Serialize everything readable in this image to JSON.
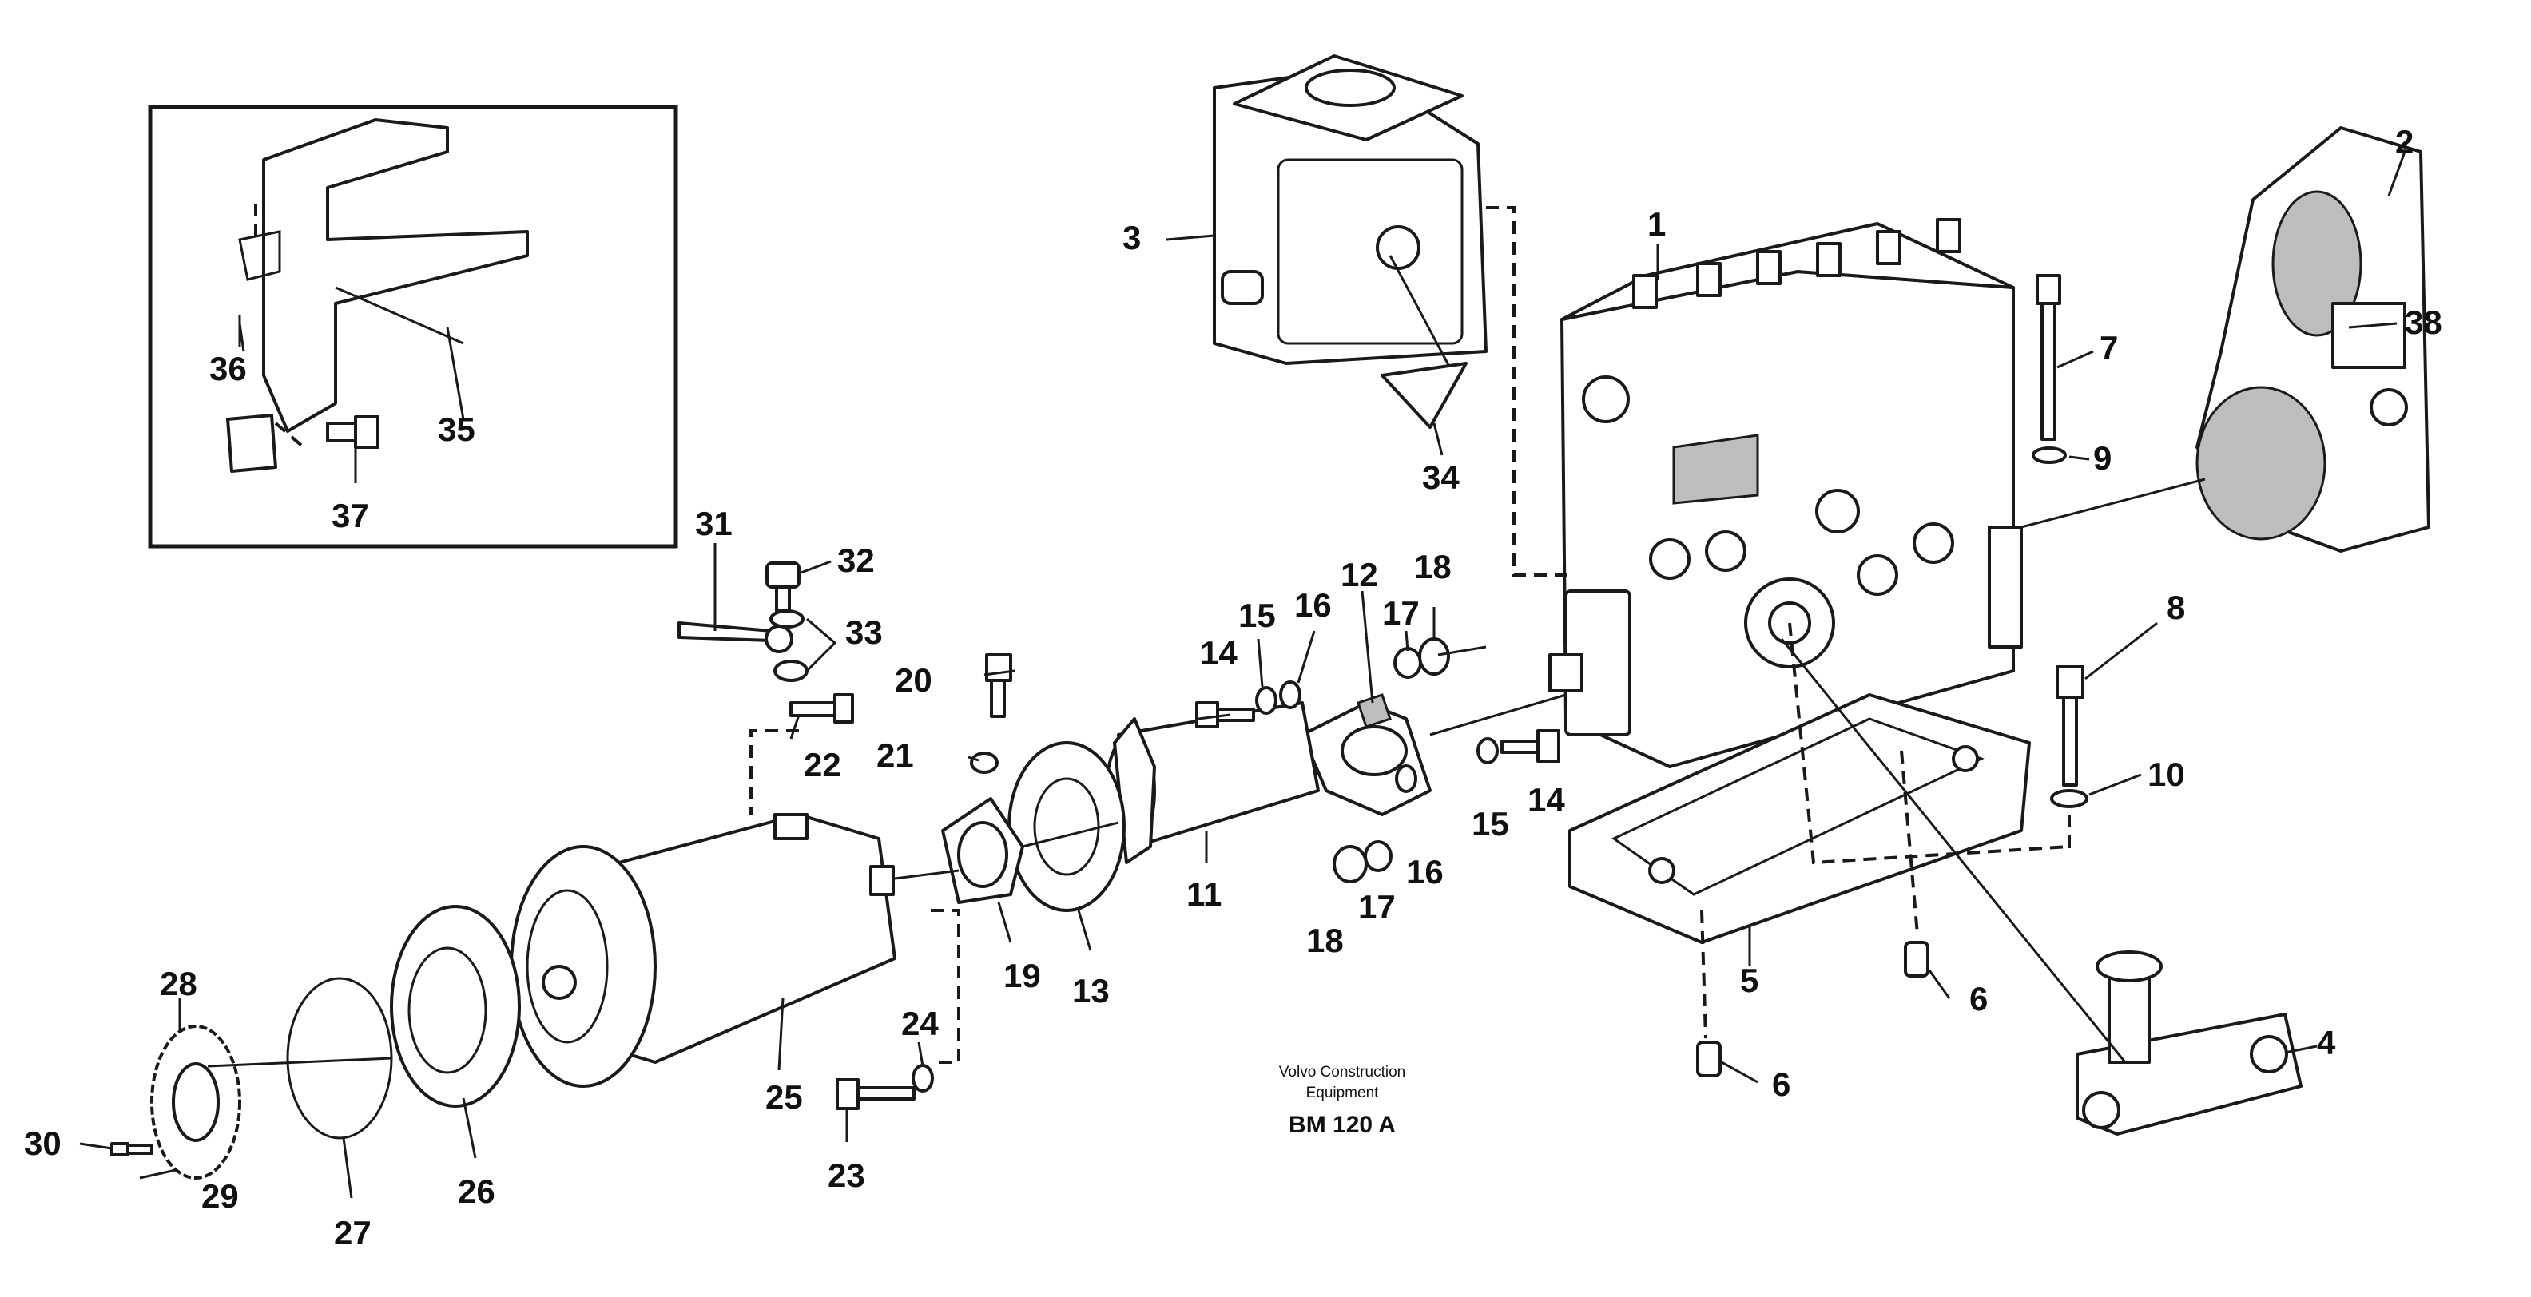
{
  "diagram": {
    "caption": {
      "company_line1": "Volvo Construction",
      "company_line2": "Equipment",
      "drawing_code": "BM 120 A"
    },
    "callouts": [
      "1",
      "2",
      "3",
      "4",
      "5",
      "6",
      "6",
      "7",
      "8",
      "9",
      "10",
      "11",
      "12",
      "13",
      "14",
      "14",
      "15",
      "15",
      "16",
      "16",
      "17",
      "17",
      "18",
      "18",
      "19",
      "20",
      "21",
      "22",
      "23",
      "24",
      "25",
      "26",
      "27",
      "28",
      "29",
      "30",
      "31",
      "32",
      "33",
      "34",
      "35",
      "36",
      "37",
      "38"
    ]
  }
}
